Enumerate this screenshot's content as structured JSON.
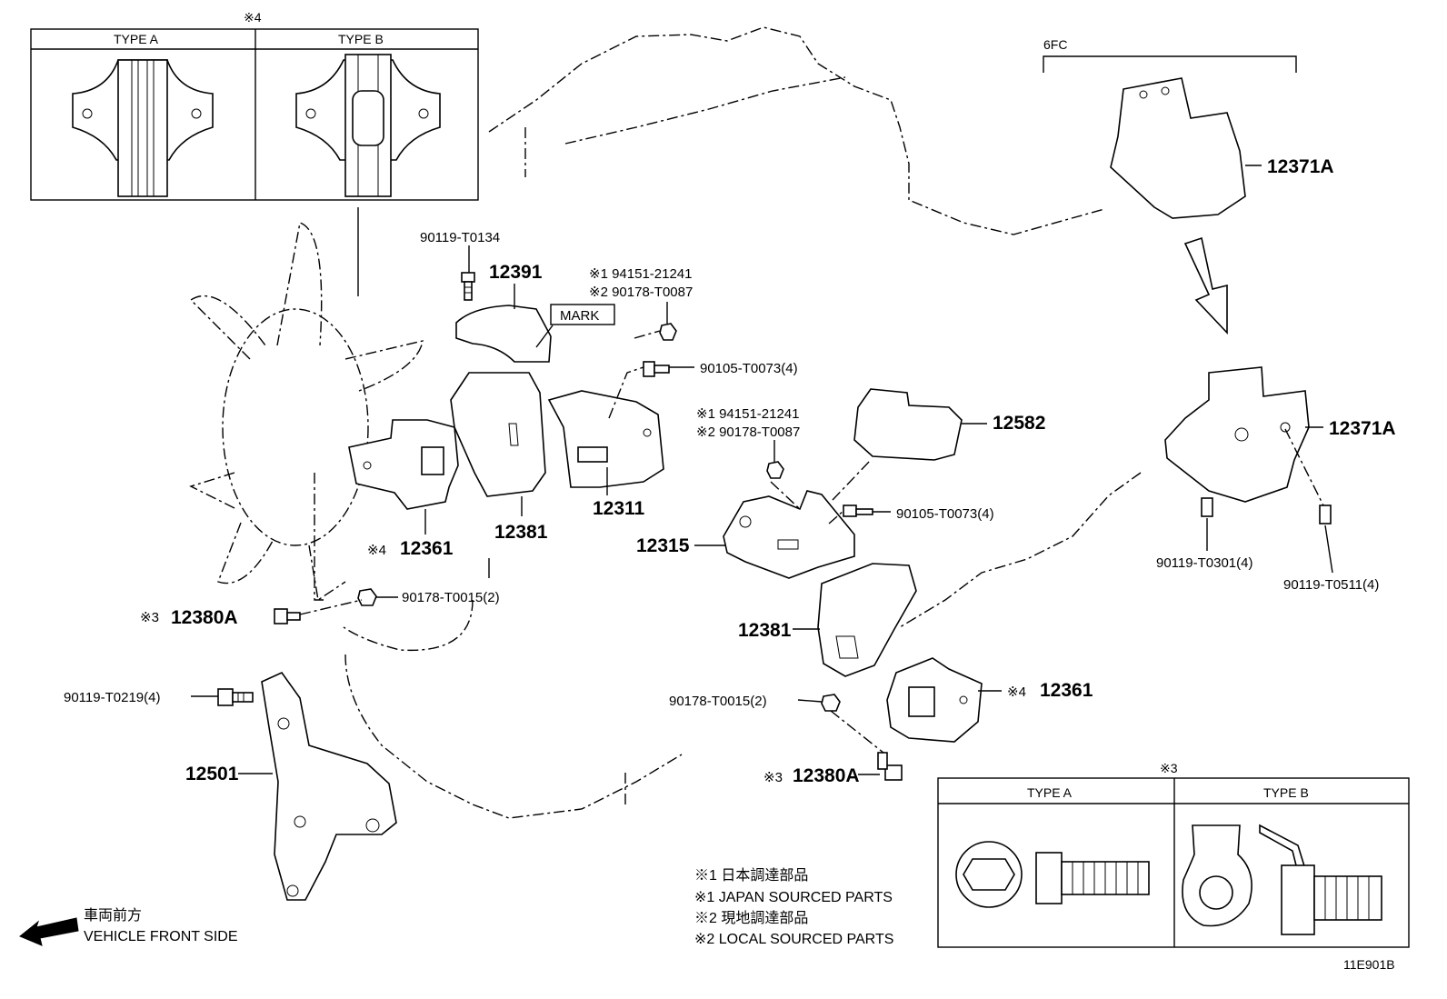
{
  "inset_top": {
    "mark": "※4",
    "type_a": "TYPE A",
    "type_b": "TYPE B"
  },
  "inset_bottom": {
    "mark": "※3",
    "type_a": "TYPE A",
    "type_b": "TYPE B"
  },
  "variant_label": "6FC",
  "mark_box": "MARK",
  "callouts": {
    "p90119_T0134": "90119-T0134",
    "p12391": "12391",
    "note1_a": "※1 94151-21241",
    "note2_a": "※2 90178-T0087",
    "p90105_a": "90105-T0073(4)",
    "p12311": "12311",
    "p12381_a": "12381",
    "p12361_a_mark": "※4",
    "p12361_a": "12361",
    "p90178_T0015_a": "90178-T0015(2)",
    "p12380A_a_mark": "※3",
    "p12380A_a": "12380A",
    "p90119_T0219": "90119-T0219(4)",
    "p12501": "12501",
    "note1_b": "※1 94151-21241",
    "note2_b": "※2 90178-T0087",
    "p12582": "12582",
    "p90105_b": "90105-T0073(4)",
    "p12315": "12315",
    "p12381_b": "12381",
    "p90178_T0015_b": "90178-T0015(2)",
    "p12361_b_mark": "※4",
    "p12361_b": "12361",
    "p12380A_b_mark": "※3",
    "p12380A_b": "12380A",
    "p12371A_top": "12371A",
    "p12371A_bottom": "12371A",
    "p90119_T0301": "90119-T0301(4)",
    "p90119_T0511": "90119-T0511(4)"
  },
  "legend": {
    "l1": "※1 日本調達部品",
    "l2": "※1 JAPAN SOURCED PARTS",
    "l3": "※2 現地調達部品",
    "l4": "※2 LOCAL SOURCED PARTS"
  },
  "front_jp": "車両前方",
  "front_en": "VEHICLE FRONT SIDE",
  "figure_id": "11E901B"
}
